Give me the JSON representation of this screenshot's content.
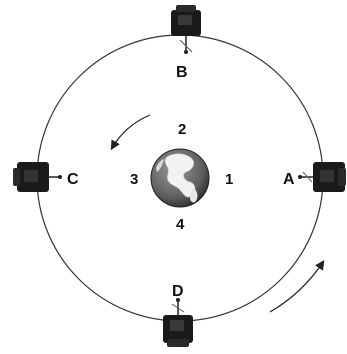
{
  "satellites": [
    {
      "id": "A",
      "label": "A"
    },
    {
      "id": "B",
      "label": "B"
    },
    {
      "id": "C",
      "label": "C"
    },
    {
      "id": "D",
      "label": "D"
    }
  ],
  "earth_positions": {
    "p1": "1",
    "p2": "2",
    "p3": "3",
    "p4": "4"
  },
  "orbit_direction": "counterclockwise",
  "colors": {
    "orbit": "#333333",
    "satellite_body": "#1a1a1a",
    "earth_ocean": "#6f6f6f",
    "earth_land": "#f2f2f2",
    "text": "#111111"
  }
}
